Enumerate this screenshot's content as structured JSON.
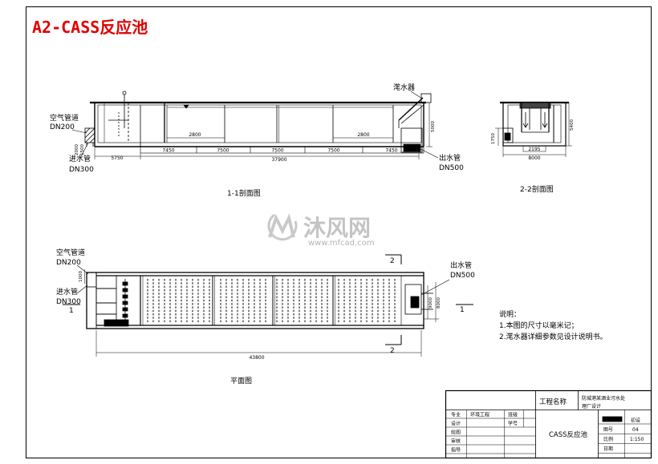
{
  "title": "A2-CASS反应池",
  "colors": {
    "title": "#e00000",
    "watermark": "#c4c4c4"
  },
  "section_1_1": {
    "caption": "1-1剖面图",
    "decanter": "滗水器",
    "air_pipe": {
      "name": "空气管道",
      "size": "DN200"
    },
    "inlet_pipe": {
      "name": "进水管",
      "size": "DN300"
    },
    "outlet_pipe": {
      "name": "出水管",
      "size": "DN500"
    },
    "dims": {
      "zone_widths": [
        "2800",
        "2800"
      ],
      "bays": [
        "7450",
        "7500",
        "7500",
        "7500",
        "7450"
      ],
      "head_length": "5750",
      "total_length": "37900",
      "depth": "5000",
      "left_heights": [
        "2000",
        "1500"
      ]
    }
  },
  "section_2_2": {
    "caption": "2-2剖面图",
    "dims": {
      "height": "5400",
      "side_height": "1750",
      "decanter_width": "2195",
      "width": "8000"
    }
  },
  "plan": {
    "caption": "平面图",
    "air_pipe": {
      "name": "空气管道",
      "size": "DN200"
    },
    "inlet_pipe": {
      "name": "进水管",
      "size": "DN300"
    },
    "outlet_pipe": {
      "name": "出水管",
      "size": "DN500"
    },
    "dims": {
      "total_length": "43800",
      "outlet_dims": [
        "9000",
        "8000"
      ],
      "inlet_dim": "1000"
    },
    "section_marks": {
      "left": "1",
      "right": "1",
      "top": "2",
      "bottom": "2"
    }
  },
  "notes": {
    "heading": "说明：",
    "items": [
      "1.本图的尺寸以毫米记；",
      "2.滗水器详细参数见设计说明书。"
    ]
  },
  "title_block": {
    "project_label": "工程名称",
    "project_name_lines": [
      "防城港某酒业污水处",
      "理厂设计"
    ],
    "drawing_name": "CASS反应池",
    "rows": [
      {
        "label": "专业",
        "value": "环境工程",
        "label2": "班级"
      },
      {
        "label": "设计",
        "label2": "学号"
      },
      {
        "label": "绘图"
      },
      {
        "label": "审核"
      },
      {
        "label": "指导"
      }
    ],
    "stage": "初设",
    "drawing_no_label": "图号",
    "drawing_no": "04",
    "scale_label": "比例",
    "scale": "1:150",
    "date_label": "日期"
  },
  "watermark": {
    "brand": "沐风网",
    "url": "www.mfcad.com"
  }
}
